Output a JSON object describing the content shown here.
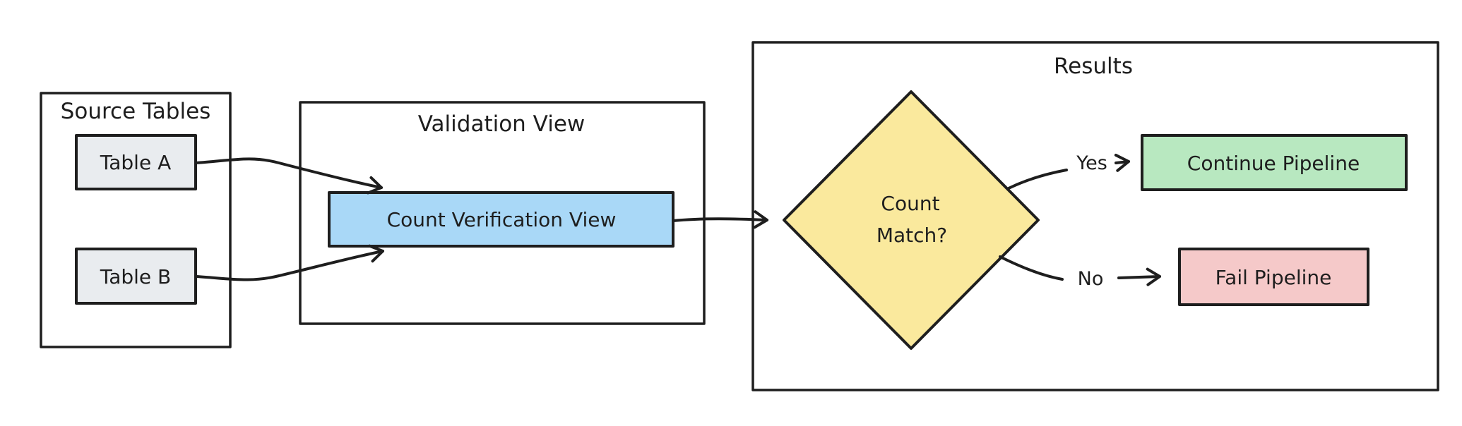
{
  "diagram": {
    "colors": {
      "background": "#ffffff",
      "stroke": "#1e1e1e"
    },
    "containers": {
      "source": {
        "title": "Source Tables"
      },
      "validation": {
        "title": "Validation View"
      },
      "results": {
        "title": "Results"
      }
    },
    "nodes": {
      "table_a": {
        "label": "Table A",
        "fill": "#e9ecef"
      },
      "table_b": {
        "label": "Table B",
        "fill": "#e9ecef"
      },
      "count_verification_view": {
        "label": "Count Verification View",
        "fill": "#a9d8f7"
      },
      "count_match": {
        "line1": "Count",
        "line2": "Match?",
        "fill": "#fae99d",
        "shape": "diamond"
      },
      "continue_pipeline": {
        "label": "Continue Pipeline",
        "fill": "#b8e8c0"
      },
      "fail_pipeline": {
        "label": "Fail Pipeline",
        "fill": "#f5c9c9"
      }
    },
    "edges": [
      {
        "from": "Table A",
        "to": "Count Verification View",
        "label": ""
      },
      {
        "from": "Table B",
        "to": "Count Verification View",
        "label": ""
      },
      {
        "from": "Count Verification View",
        "to": "Count Match?",
        "label": ""
      },
      {
        "from": "Count Match?",
        "to": "Continue Pipeline",
        "label": "Yes"
      },
      {
        "from": "Count Match?",
        "to": "Fail Pipeline",
        "label": "No"
      }
    ]
  }
}
